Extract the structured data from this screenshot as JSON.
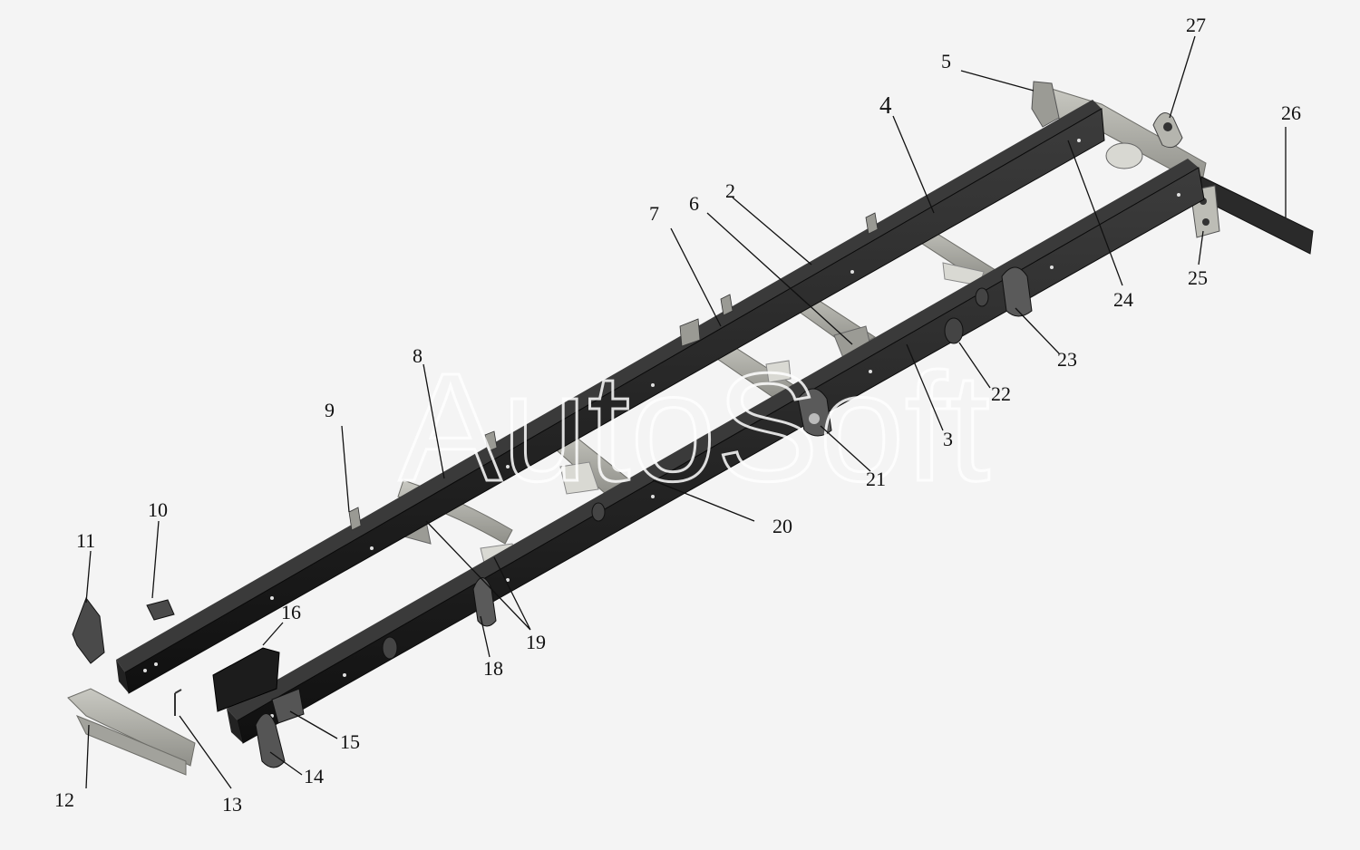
{
  "watermark": "AutoSoft",
  "colors": {
    "background": "#f4f4f4",
    "rail_dark": "#181818",
    "rail_edge": "#3a3a3a",
    "crossmember": "#b3b3ac",
    "crossmember_dark": "#8c8c86",
    "label": "#111111"
  },
  "callouts": {
    "c2": "2",
    "c3": "3",
    "c4": "4",
    "c5": "5",
    "c6": "6",
    "c7": "7",
    "c8": "8",
    "c9": "9",
    "c10": "10",
    "c11": "11",
    "c12": "12",
    "c13": "13",
    "c14": "14",
    "c15": "15",
    "c16": "16",
    "c18": "18",
    "c19": "19",
    "c20": "20",
    "c21": "21",
    "c22": "22",
    "c23": "23",
    "c24": "24",
    "c25": "25",
    "c26": "26",
    "c27": "27"
  }
}
